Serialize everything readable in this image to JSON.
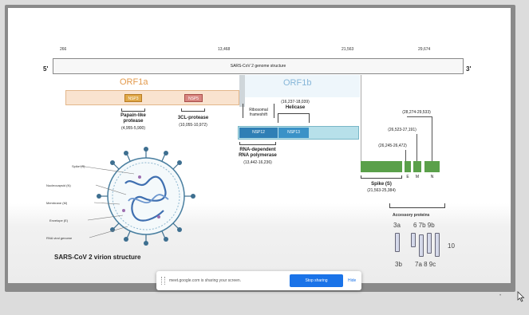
{
  "slide": {
    "genome_title": "SARS-CoV 2 genome structure",
    "five_prime": "5'",
    "three_prime": "3'",
    "ticks": [
      "266",
      "13,468",
      "21,563",
      "29,674"
    ],
    "orf1a": "ORF1a",
    "orf1b": "ORF1b",
    "nsp3_label": "NSP3",
    "nsp5_label": "NSP5",
    "papain_label_1": "Papain-like",
    "papain_label_2": "protease",
    "papain_range": "(4,955-5,900)",
    "sclpro_label": "3CL-protease",
    "sclpro_range": "(10,055-10,972)",
    "ribosomal_1": "Ribosomal",
    "ribosomal_2": "frameshift",
    "helicase_range": "(16,237-18,039)",
    "helicase_label": "Helicase",
    "nsp12_label": "NSP12",
    "nsp13_label": "NSP13",
    "rdrp_1": "RNA-dependent",
    "rdrp_2": "RNA polymerase",
    "rdrp_range": "(13,442-16,236)",
    "n_range": "(28,274-29,533)",
    "m_range": "(26,523-27,191)",
    "e_range": "(26,245-26,472)",
    "spike_label": "Spike (S)",
    "spike_range": "(21,563-25,384)",
    "e": "E",
    "m": "M",
    "n": "N",
    "virion_labels": [
      "Spike (S)",
      "Nucleocapsid (N)",
      "Membrane (M)",
      "Envelope (E)",
      "RNA viral genome"
    ],
    "virion_title": "SARS-CoV 2 virion structure",
    "accessory_title": "Accessory proteins",
    "acc_3a": "3a",
    "acc_6_7b_9b": "6 7b 9b",
    "acc_3b": "3b",
    "acc_7a_8_9c": "7a 8 9c",
    "acc_10": "10"
  },
  "share_bar": {
    "message": "meet.google.com is sharing your screen.",
    "stop_label": "Stop sharing",
    "hide_label": "Hide"
  },
  "colors": {
    "accent": "#1a73e8",
    "orf1a": "#e39a4d",
    "orf1b": "#86b6d8",
    "structural": "#5aa04a"
  }
}
